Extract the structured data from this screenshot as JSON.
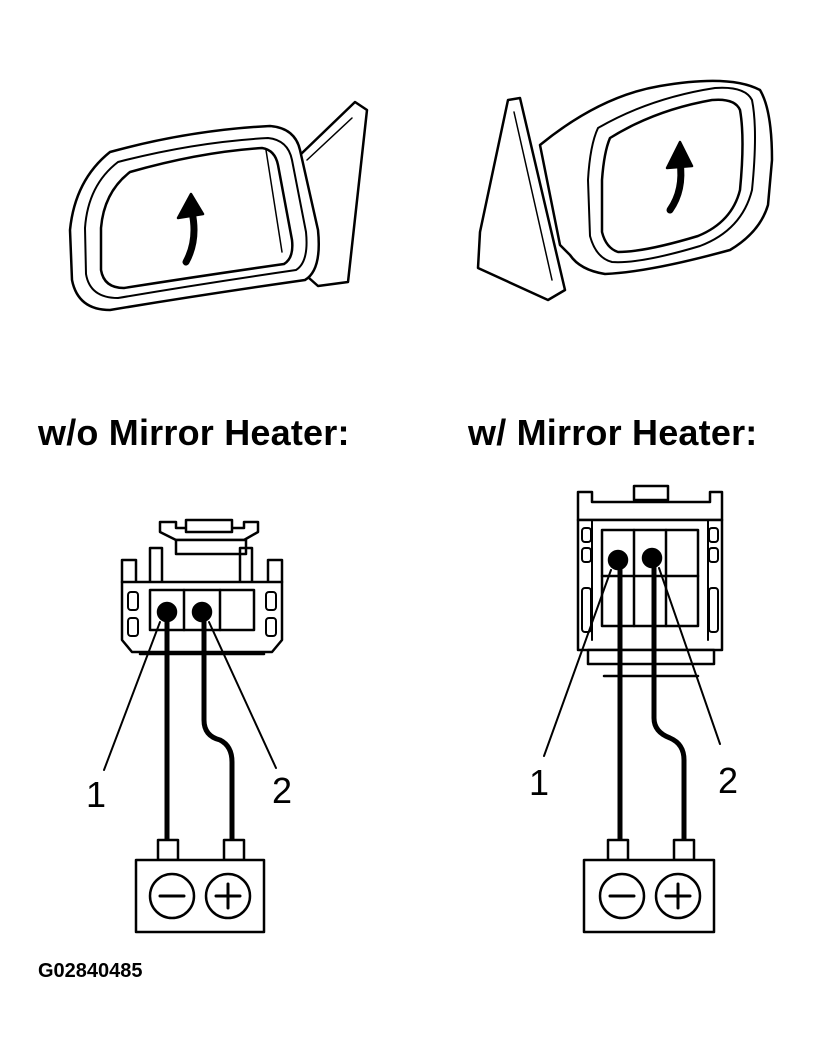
{
  "headings": {
    "without_heater": "w/o Mirror Heater:",
    "with_heater": "w/ Mirror Heater:"
  },
  "connectors": {
    "without_heater": {
      "terminal_1": "1",
      "terminal_2": "2"
    },
    "with_heater": {
      "terminal_1": "1",
      "terminal_2": "2"
    }
  },
  "battery": {
    "negative_symbol": "−",
    "positive_symbol": "+"
  },
  "figure_code": "G02840485"
}
